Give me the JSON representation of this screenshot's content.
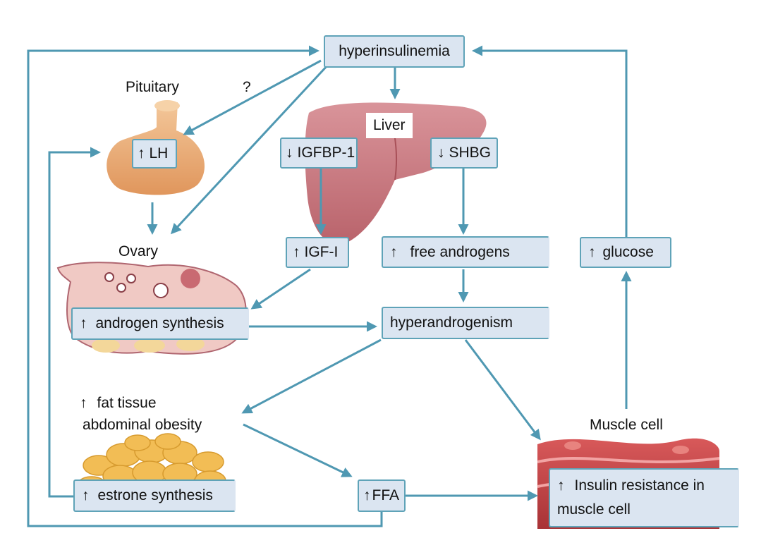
{
  "nodes": {
    "hyperinsulinemia": "hyperinsulinemia",
    "pituitary": "Pituitary",
    "question": "?",
    "lh": "LH",
    "liver": "Liver",
    "igfbp1": "IGFBP-1",
    "shbg": "SHBG",
    "ovary": "Ovary",
    "igf1": "IGF-I",
    "free_androgens": "free androgens",
    "glucose": "glucose",
    "androgen_synthesis": "androgen synthesis",
    "hyperandrogenism": "hyperandrogenism",
    "fat_tissue": "fat tissue",
    "abdominal_obesity": "abdominal obesity",
    "muscle_cell": "Muscle cell",
    "estrone_synthesis": "estrone synthesis",
    "ffa": "FFA",
    "insulin_resistance_line1": "Insulin resistance in",
    "insulin_resistance_line2": "muscle cell"
  },
  "symbols": {
    "up": "↑",
    "down": "↓"
  },
  "colors": {
    "arrow": "#4f98b2",
    "box_fill": "#dbe5f1",
    "box_border": "#5fa3b8",
    "liver": "#c9787e",
    "pituitary": "#e8a56a",
    "ovary": "#f0c9c4",
    "fat": "#f0b84d",
    "muscle": "#c8474a"
  }
}
